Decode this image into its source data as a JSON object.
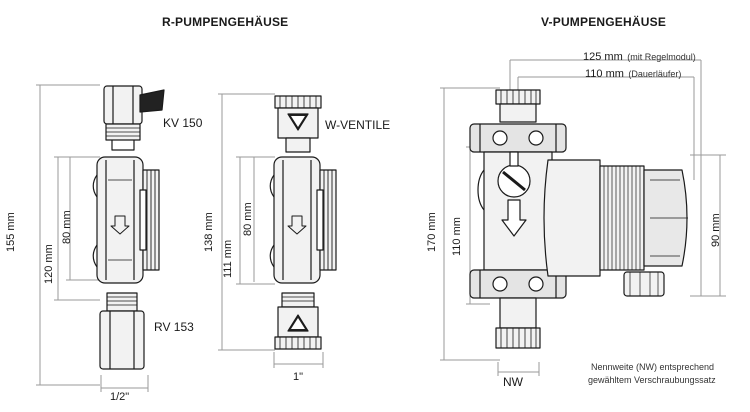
{
  "headings": {
    "left": "R-PUMPENGEHÄUSE",
    "right": "V-PUMPENGEHÄUSE"
  },
  "labels": {
    "kv150": "KV 150",
    "w_ventile": "W-VENTILE",
    "rv153": "RV 153",
    "nw": "NW"
  },
  "dimensions": {
    "r_total": "155 mm",
    "r_body": "120 mm",
    "r_inner": "80 mm",
    "r_thread": "1/2\"",
    "w_total": "138 mm",
    "w_body": "111 mm",
    "w_inner": "80 mm",
    "w_thread": "1\"",
    "v_total": "170 mm",
    "v_body": "110 mm",
    "v_motor_height": "90 mm",
    "v_width_regel_value": "125 mm",
    "v_width_regel_note": "(mit Regelmodul)",
    "v_width_dauer_value": "110 mm",
    "v_width_dauer_note": "(Dauerläufer)"
  },
  "note": {
    "line1": "Nennweite (NW) entsprechend",
    "line2": "gewähltem Verschraubungssatz"
  },
  "colors": {
    "line": "#1a1a1a",
    "dimension": "#9a9a9a",
    "fill_light": "#f2f2f2",
    "fill_dark": "#222222"
  }
}
